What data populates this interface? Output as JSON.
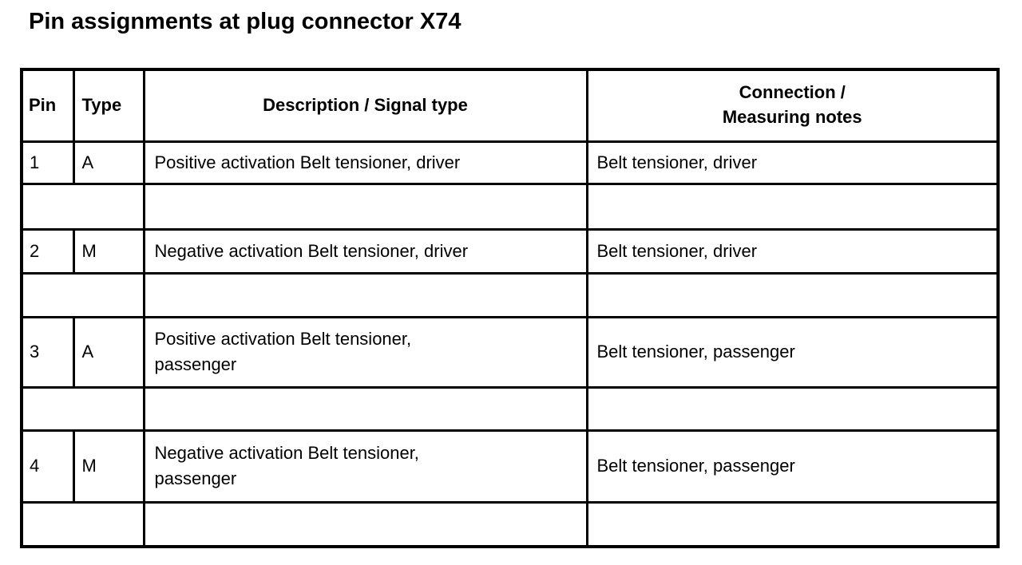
{
  "page_title": "Pin assignments at plug connector X74",
  "colors": {
    "background": "#ffffff",
    "text": "#000000",
    "border": "#000000"
  },
  "table": {
    "columns": [
      {
        "key": "pin",
        "label": "Pin"
      },
      {
        "key": "type",
        "label": "Type"
      },
      {
        "key": "description",
        "label": "Description / Signal type"
      },
      {
        "key": "connection",
        "label": "Connection /\nMeasuring notes"
      }
    ],
    "rows": [
      {
        "pin": "1",
        "type": "A",
        "description": "Positive activation Belt tensioner, driver",
        "connection": "Belt tensioner, driver"
      },
      {
        "pin": "",
        "type": "",
        "description": "",
        "connection": ""
      },
      {
        "pin": "2",
        "type": "M",
        "description": "Negative activation Belt tensioner, driver",
        "connection": "Belt tensioner, driver"
      },
      {
        "pin": "",
        "type": "",
        "description": "",
        "connection": ""
      },
      {
        "pin": "3",
        "type": "A",
        "description": "Positive activation Belt tensioner,\npassenger",
        "connection": "Belt tensioner, passenger"
      },
      {
        "pin": "",
        "type": "",
        "description": "",
        "connection": ""
      },
      {
        "pin": "4",
        "type": "M",
        "description": "Negative activation Belt tensioner,\npassenger",
        "connection": "Belt tensioner, passenger"
      },
      {
        "pin": "",
        "type": "",
        "description": "",
        "connection": ""
      }
    ]
  }
}
